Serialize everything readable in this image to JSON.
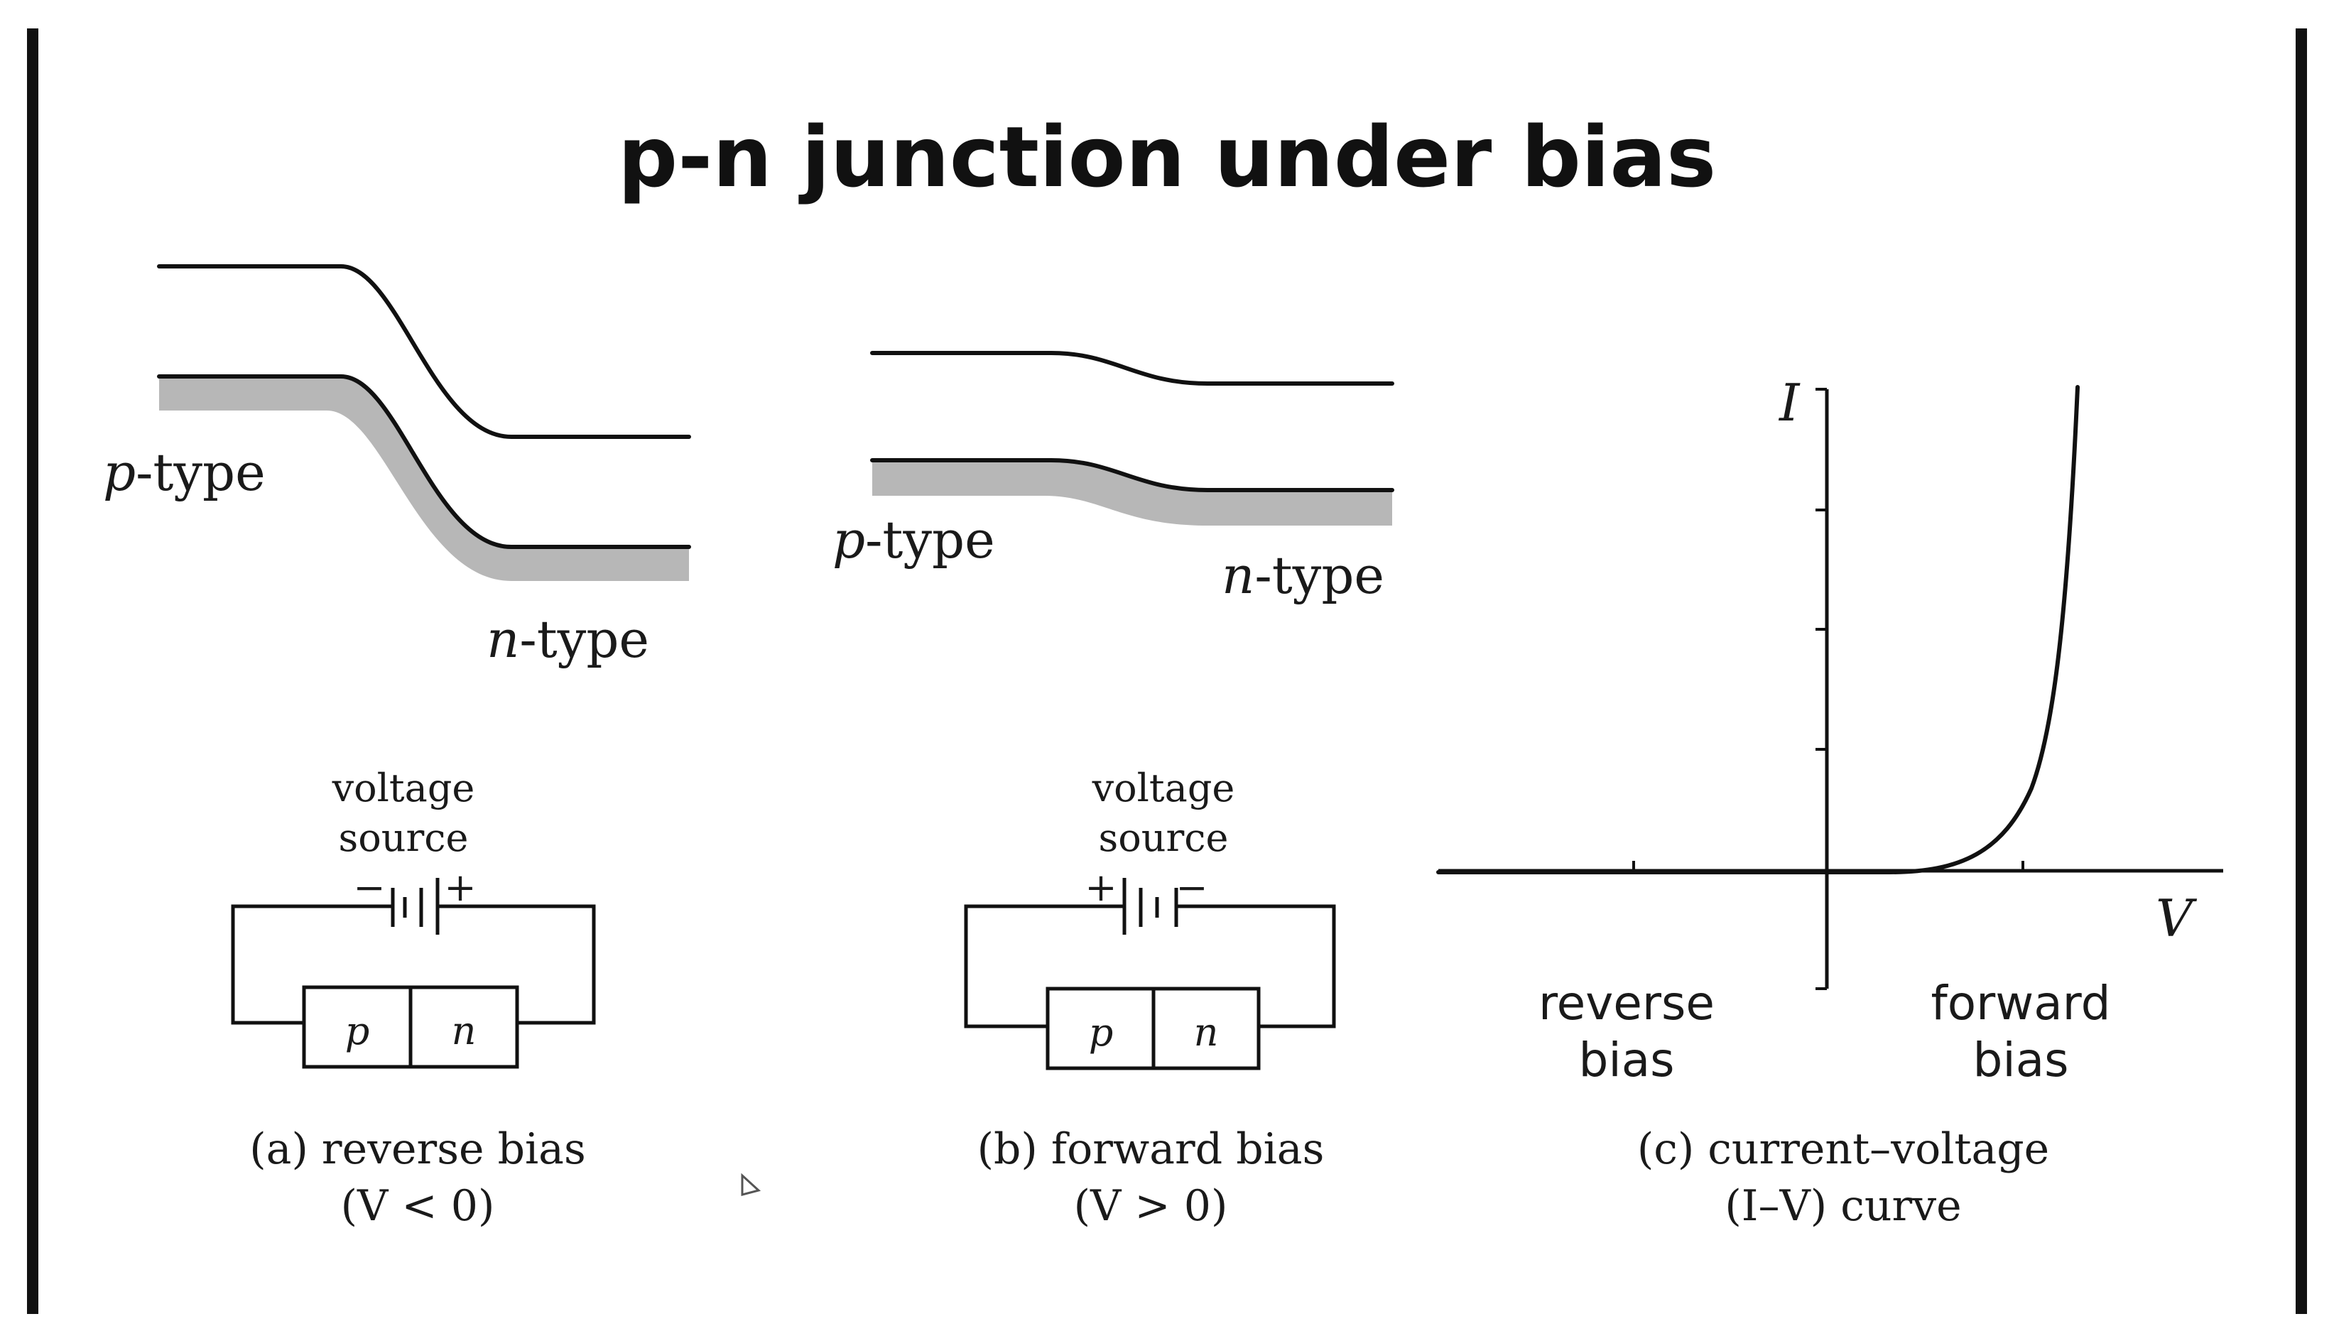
{
  "title": "p-n junction under bias",
  "colors": {
    "ink": "#111111",
    "shade": "#b7b7b7",
    "background": "#ffffff"
  },
  "reverse_panel": {
    "p_label_italic": "p",
    "p_label_rest": "-type",
    "n_label_italic": "n",
    "n_label_rest": "-type",
    "source_line1": "voltage",
    "source_line2": "source",
    "left_terminal": "−",
    "right_terminal": "+",
    "block_p": "p",
    "block_n": "n",
    "caption_line1": "(a) reverse bias",
    "caption_line2": "(V < 0)"
  },
  "forward_panel": {
    "p_label_italic": "p",
    "p_label_rest": "-type",
    "n_label_italic": "n",
    "n_label_rest": "-type",
    "source_line1": "voltage",
    "source_line2": "source",
    "left_terminal": "+",
    "right_terminal": "−",
    "block_p": "p",
    "block_n": "n",
    "caption_line1": "(b) forward bias",
    "caption_line2": "(V > 0)"
  },
  "iv_panel": {
    "y_axis_label": "I",
    "x_axis_label": "V",
    "region_reverse_line1": "reverse",
    "region_reverse_line2": "bias",
    "region_forward_line1": "forward",
    "region_forward_line2": "bias",
    "caption_line1": "(c) current–voltage",
    "caption_line2": "(I–V) curve"
  }
}
